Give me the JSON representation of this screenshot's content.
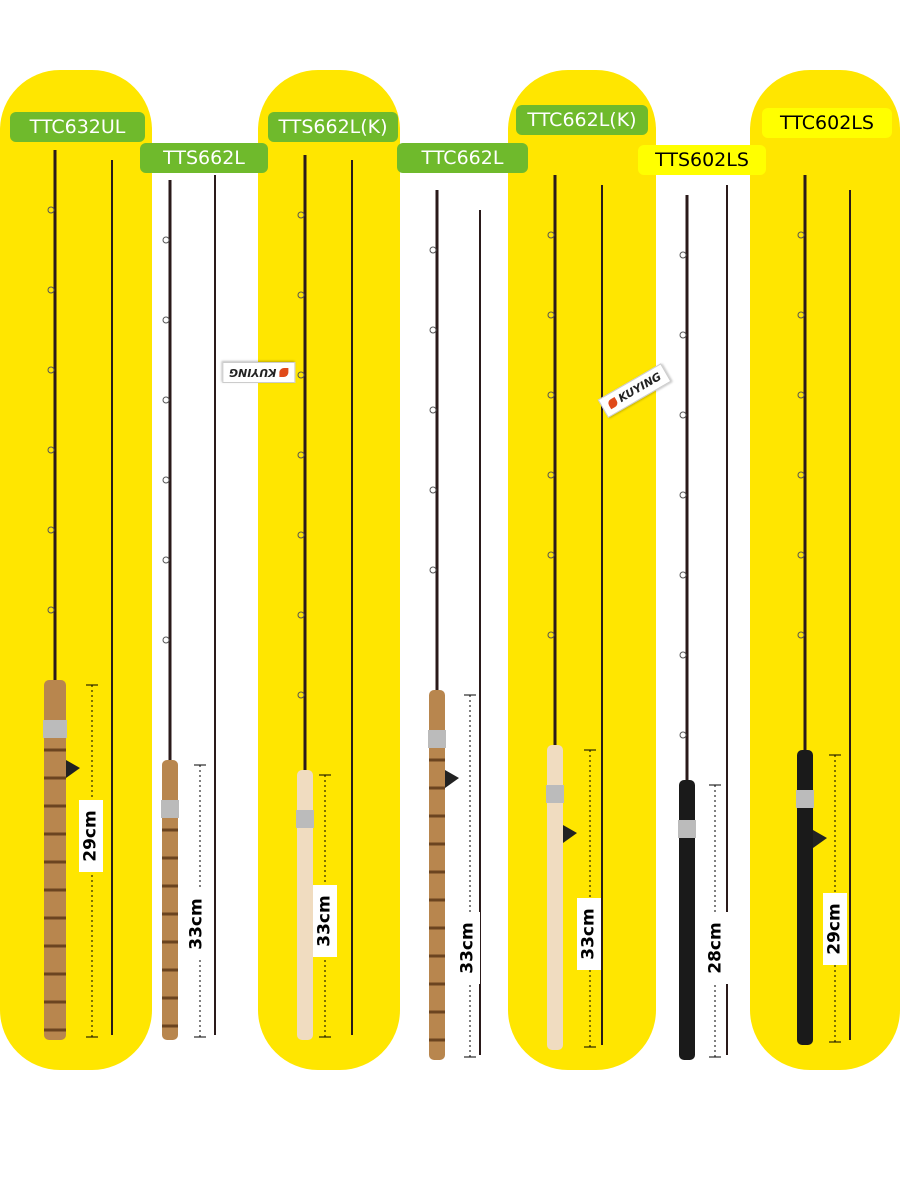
{
  "colors": {
    "panel": "#ffe600",
    "label_green": "#6fba2c",
    "label_yellow": "#ffff00",
    "cork": "#b8864e",
    "rod": "#2a1a1a"
  },
  "brand_tag": "KUYING",
  "products": [
    {
      "model": "TTC632UL",
      "label_color": "green",
      "handle_length": "29cm",
      "handle": "cork-casting"
    },
    {
      "model": "TTS662L",
      "label_color": "green",
      "handle_length": "33cm",
      "handle": "cork-spinning"
    },
    {
      "model": "TTS662L(K)",
      "label_color": "green",
      "handle_length": "33cm",
      "handle": "cream-spinning"
    },
    {
      "model": "TTC662L",
      "label_color": "green",
      "handle_length": "33cm",
      "handle": "cork-casting"
    },
    {
      "model": "TTC662L(K)",
      "label_color": "green",
      "handle_length": "33cm",
      "handle": "cream-casting"
    },
    {
      "model": "TTS602LS",
      "label_color": "yellow",
      "handle_length": "28cm",
      "handle": "black-spinning"
    },
    {
      "model": "TTC602LS",
      "label_color": "yellow",
      "handle_length": "29cm",
      "handle": "black-casting"
    }
  ]
}
